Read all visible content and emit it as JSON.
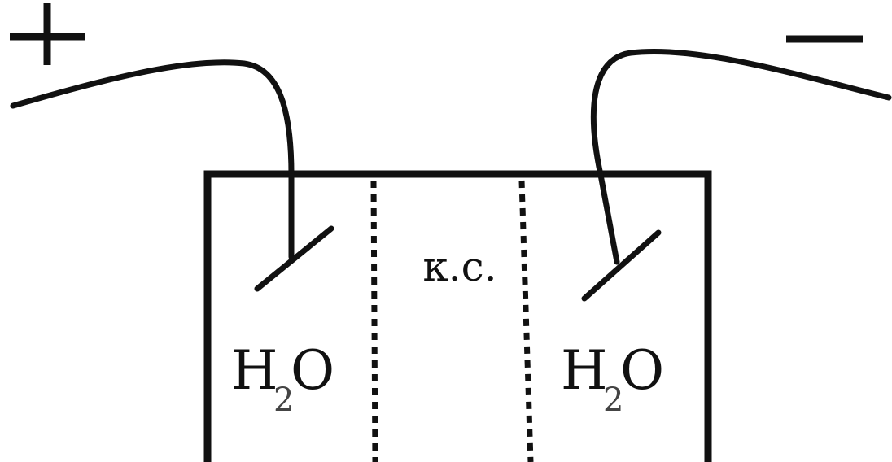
{
  "terminals": {
    "positive": "+",
    "negative": "−"
  },
  "compartments": {
    "anode": {
      "formula_main": "H",
      "formula_sub": "2",
      "formula_tail": "O"
    },
    "middle": {
      "label": "к.с."
    },
    "cathode": {
      "formula_main": "H",
      "formula_sub": "2",
      "formula_tail": "O"
    }
  },
  "colors": {
    "line": "#111111",
    "subscript": "#444444",
    "background": "#ffffff"
  }
}
